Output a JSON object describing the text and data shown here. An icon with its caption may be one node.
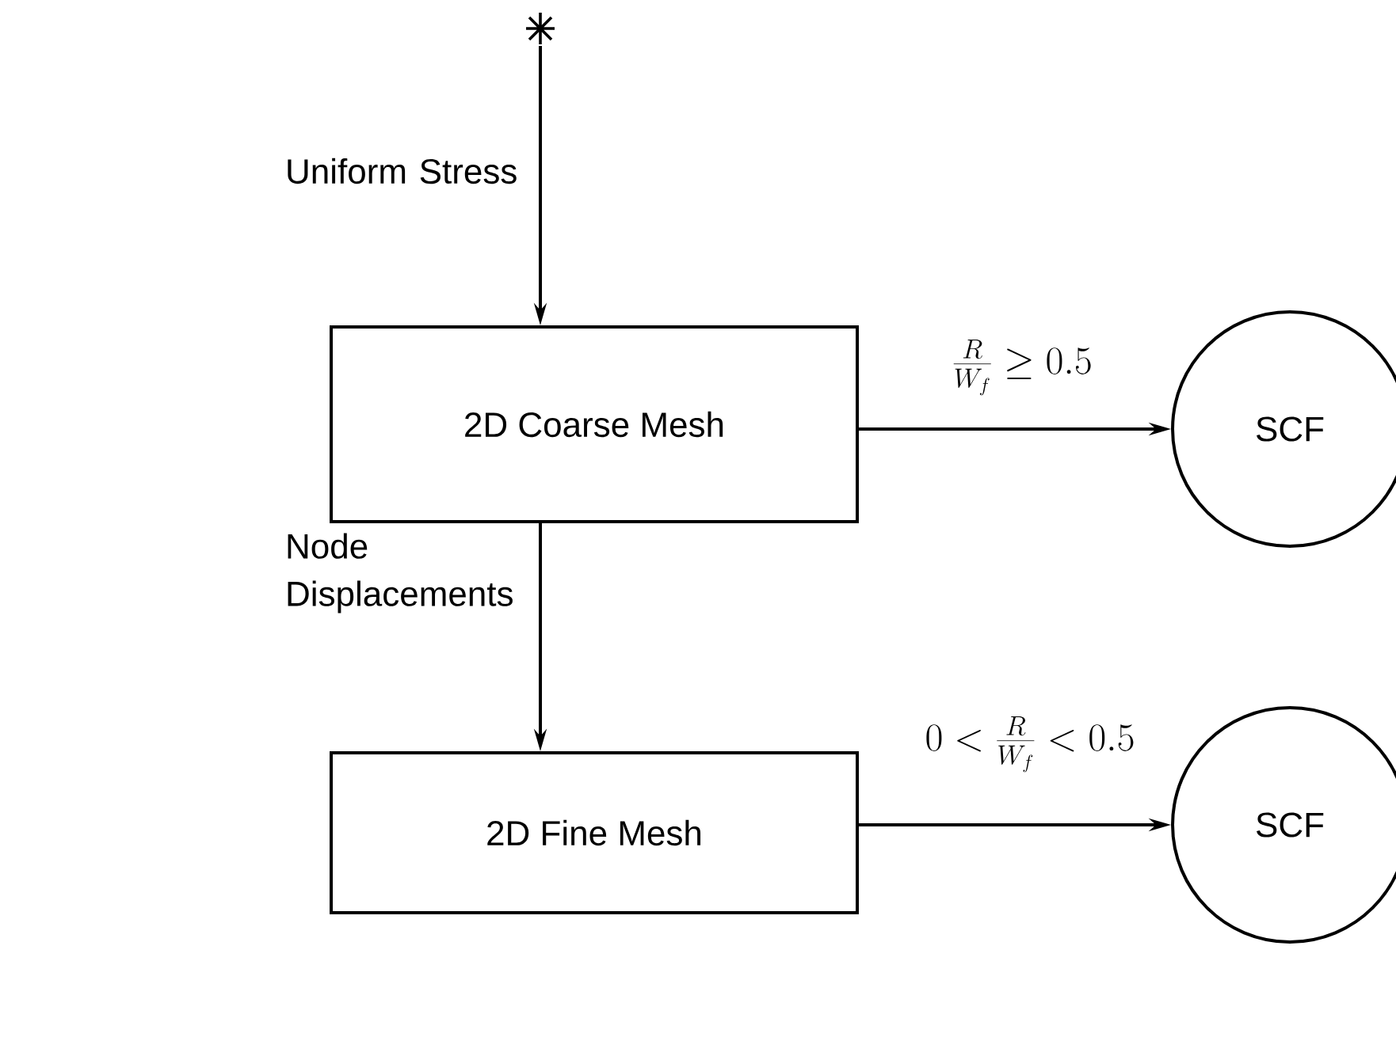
{
  "diagram": {
    "nodes": [
      {
        "text": [],
        "shape": "star"
      },
      {
        "text": [
          "2D Coarse Mesh"
        ]
      },
      {
        "text": [
          "SCF"
        ]
      },
      {
        "text": [
          "2D Fine Mesh"
        ]
      },
      {
        "text": [
          "SCF"
        ]
      }
    ],
    "edges": [
      {
        "from": 0,
        "to": 1,
        "arrow": "to",
        "label": "Uniform Stress"
      },
      {
        "from": 1,
        "to": 2,
        "arrow": "to",
        "label": "\\frac{R}{W_f} \\geq 0.5"
      },
      {
        "from": 1,
        "to": 3,
        "arrow": "to",
        "label": "Node Displacements"
      },
      {
        "from": 3,
        "to": 4,
        "arrow": "to",
        "label": "0 < \\frac{R}{W_f} < 0.5"
      }
    ]
  }
}
